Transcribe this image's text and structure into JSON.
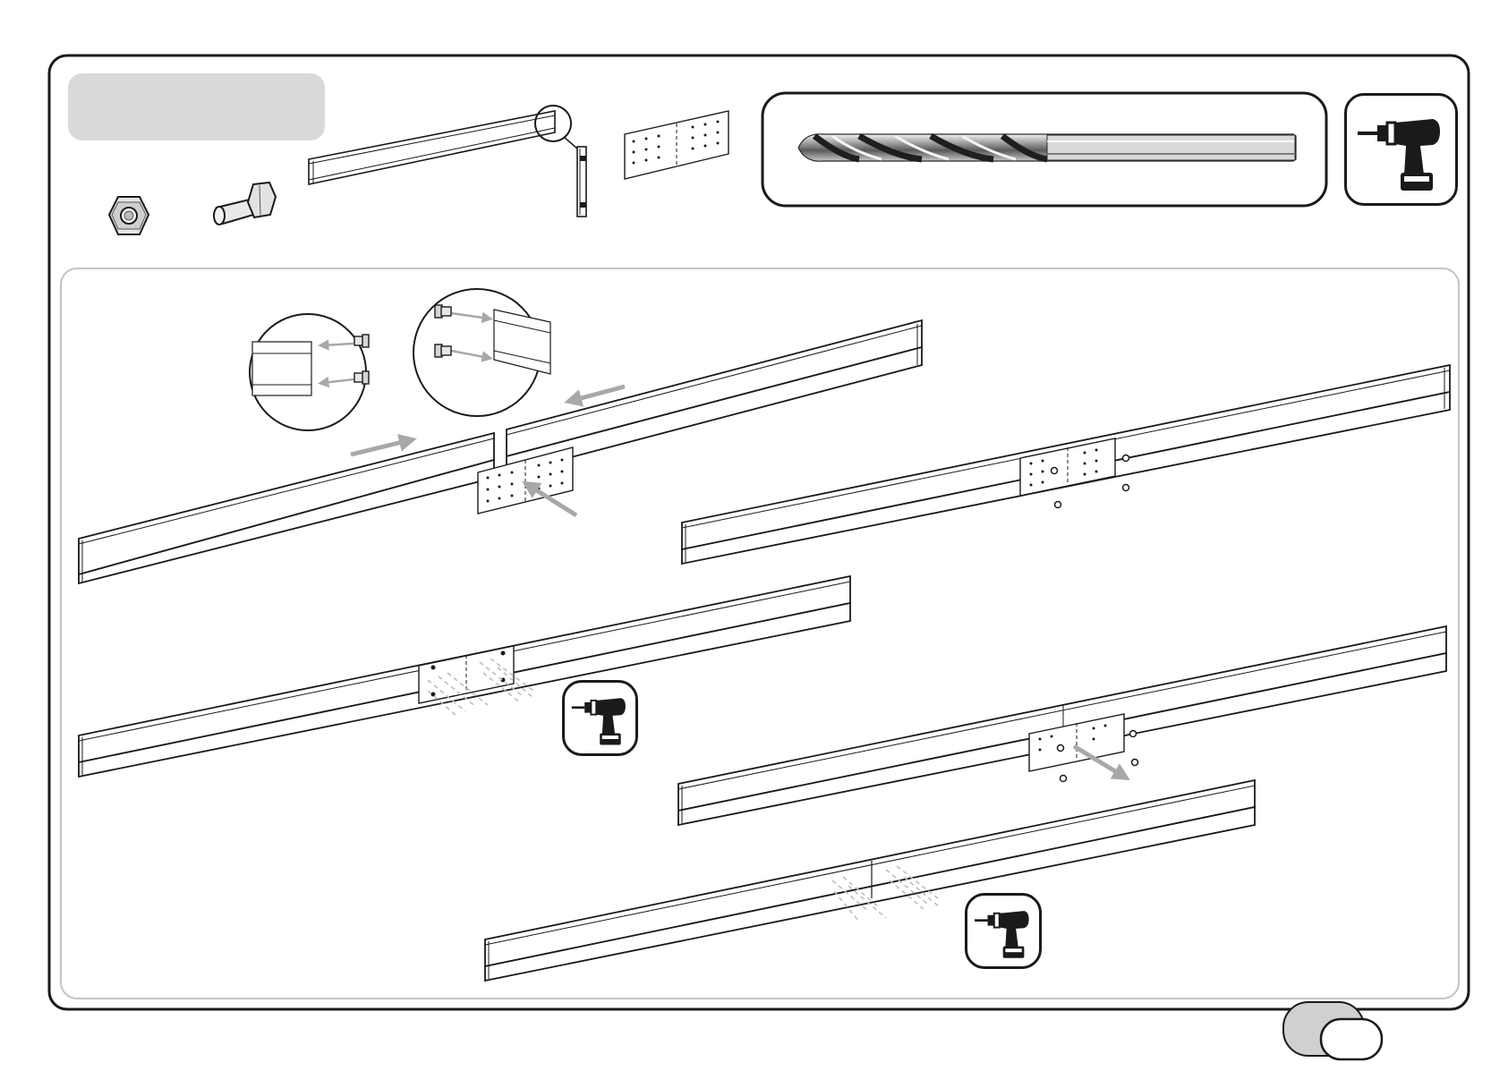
{
  "page": {
    "title_panel_text": "",
    "page_number_tab_text": "",
    "page_number_text": ""
  },
  "colors": {
    "outline": "#1a1a1a",
    "panel_grey": "#d9d9d9",
    "inner_frame": "#c4c4c4",
    "arrow_grey": "#a8a8a8",
    "hole_dash": "#bdbdbd"
  },
  "parts": [
    {
      "name": "lock-nut-icon"
    },
    {
      "name": "hex-bolt-icon"
    },
    {
      "name": "rail-channel-icon"
    },
    {
      "name": "rail-profile-detail-icon"
    },
    {
      "name": "splice-plate-icon"
    }
  ],
  "tools": {
    "drill_bit": "drill-bit-icon",
    "power_drill": "power-drill-icon"
  },
  "steps": [
    {
      "name": "step-insert-bolts-and-position-plate"
    },
    {
      "name": "step-attach-plate-with-nuts"
    },
    {
      "name": "step-drill-through-holes"
    },
    {
      "name": "step-remove-plate"
    },
    {
      "name": "step-final-drilled-rail"
    }
  ]
}
